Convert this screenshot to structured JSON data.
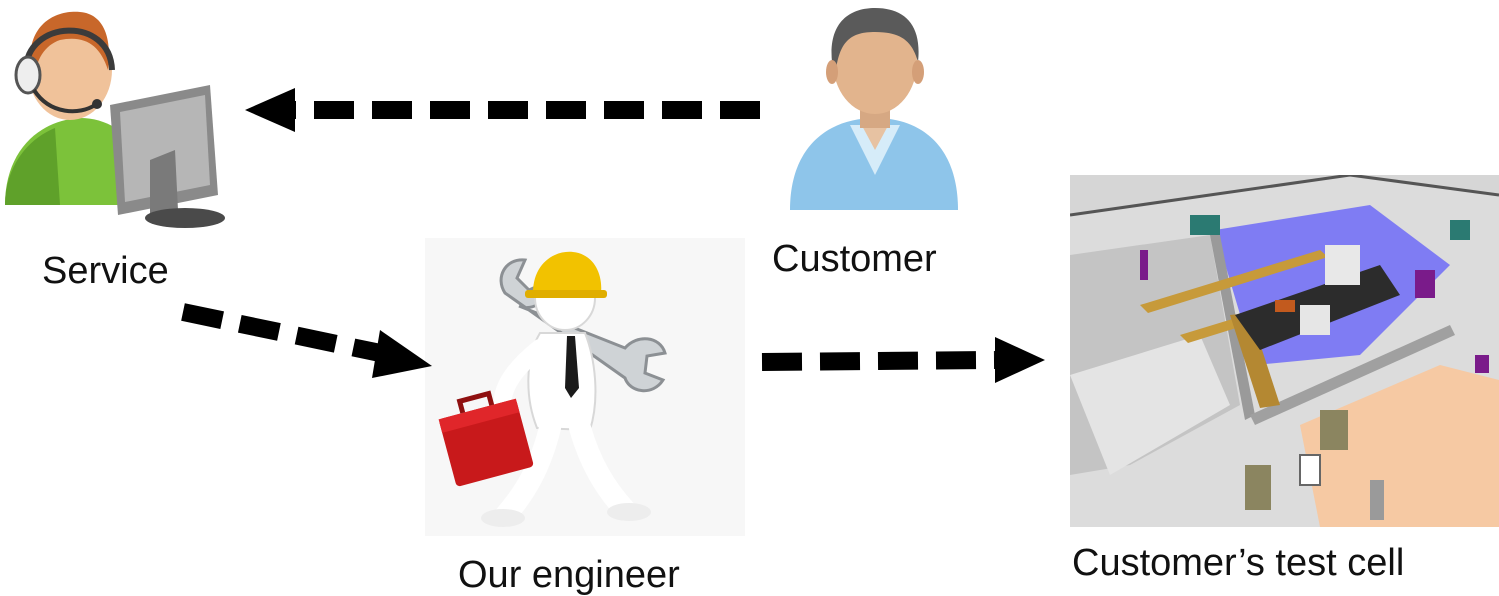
{
  "labels": {
    "service": "Service",
    "customer": "Customer",
    "engineer": "Our engineer",
    "test_cell": "Customer’s test cell"
  },
  "icons": {
    "service": "support-agent-icon",
    "customer": "customer-person-icon",
    "engineer": "engineer-with-wrench-icon",
    "test_cell": "test-cell-floorplan-icon"
  },
  "colors": {
    "arrow": "#000000",
    "toolbox": "#c8191b",
    "helmet": "#f2c200",
    "agent_shirt": "#7cc23a",
    "customer_shirt": "#8ec5ea",
    "floor_blue": "#7f7cf3",
    "floor_peach": "#f6c9a3"
  }
}
